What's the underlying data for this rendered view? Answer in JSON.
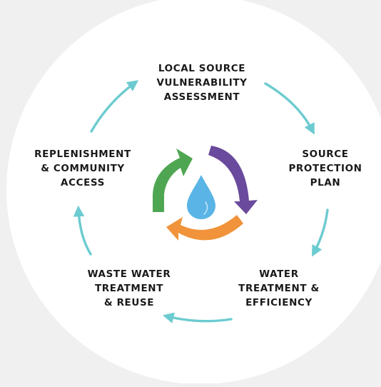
{
  "diagram": {
    "stages": [
      {
        "id": "local-source",
        "label": "LOCAL SOURCE\nVULNERABILITY\nASSESSMENT"
      },
      {
        "id": "source-protection",
        "label": "SOURCE\nPROTECTION\nPLAN"
      },
      {
        "id": "water-treatment",
        "label": "WATER\nTREATMENT &\nEFFICIENCY"
      },
      {
        "id": "waste-water",
        "label": "WASTE WATER\nTREATMENT\n& REUSE"
      },
      {
        "id": "replenishment",
        "label": "REPLENISHMENT\n& COMMUNITY\nACCESS"
      }
    ],
    "colors": {
      "background": "#f0f0f0",
      "circle": "#ffffff",
      "connector_arrows": "#6ccbd0",
      "recycle_green": "#4fa652",
      "recycle_purple": "#6a4a9c",
      "recycle_orange": "#f0933a",
      "drop": "#5ab4e5"
    },
    "icons": {
      "center": "recycle-icon",
      "drop": "water-drop-icon"
    }
  }
}
